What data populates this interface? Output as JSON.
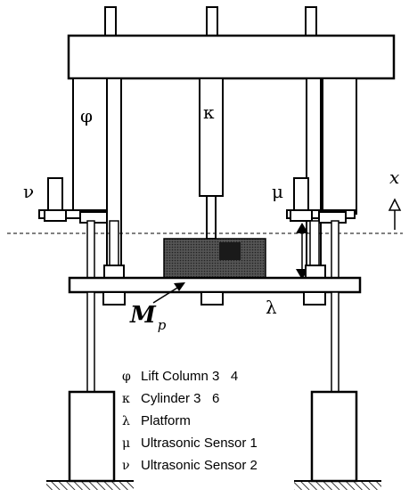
{
  "labels": {
    "lift_column": "φ",
    "cylinder": "κ",
    "platform": "λ",
    "sensor_1": "μ",
    "sensor_2": "ν",
    "mass_main": "M",
    "mass_sub": "p",
    "axis": "x"
  },
  "legend": [
    {
      "symbol": "φ",
      "text": "Lift Column 3   4"
    },
    {
      "symbol": "κ",
      "text": "Cylinder 3   6"
    },
    {
      "symbol": "λ",
      "text": "Platform"
    },
    {
      "symbol": "μ",
      "text": "Ultrasonic Sensor 1"
    },
    {
      "symbol": "ν",
      "text": "Ultrasonic Sensor 2"
    }
  ]
}
